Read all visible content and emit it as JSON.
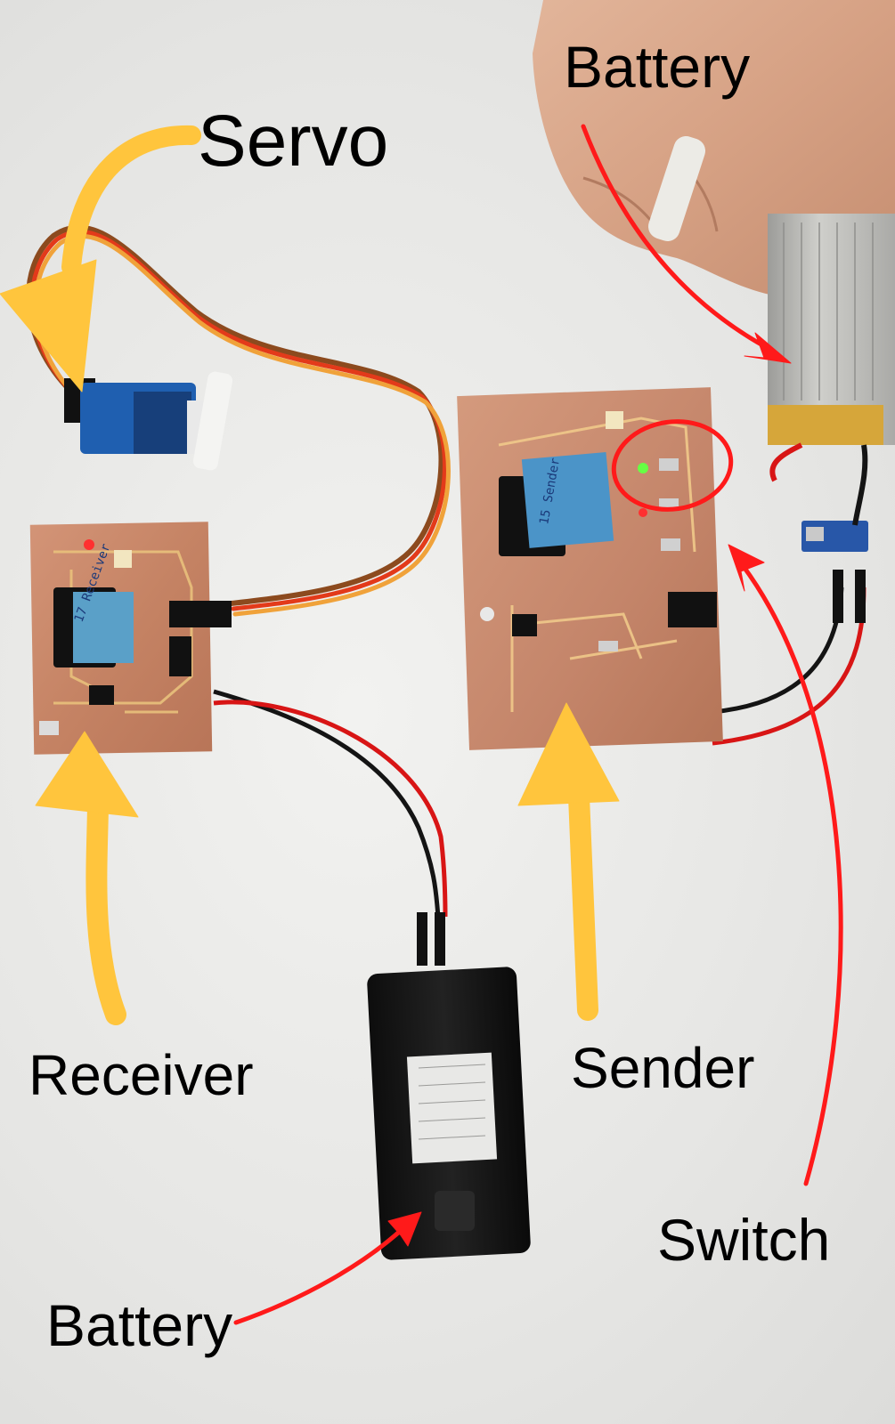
{
  "labels": {
    "servo": "Servo",
    "battery_top": "Battery",
    "receiver": "Receiver",
    "sender": "Sender",
    "switch": "Switch",
    "battery_bottom": "Battery"
  },
  "board_writing": {
    "receiver": "17 Receiver",
    "sender": "15 Sender"
  },
  "colors": {
    "background": "#e9e9e7",
    "pcb_copper": "#c98a6a",
    "yellow_arrow": "#ffc53d",
    "red_arrow": "#ff1a1a",
    "servo_body": "#1f5fb0",
    "battery_bottom": "#111111",
    "battery_top": "#b7b7b4"
  }
}
